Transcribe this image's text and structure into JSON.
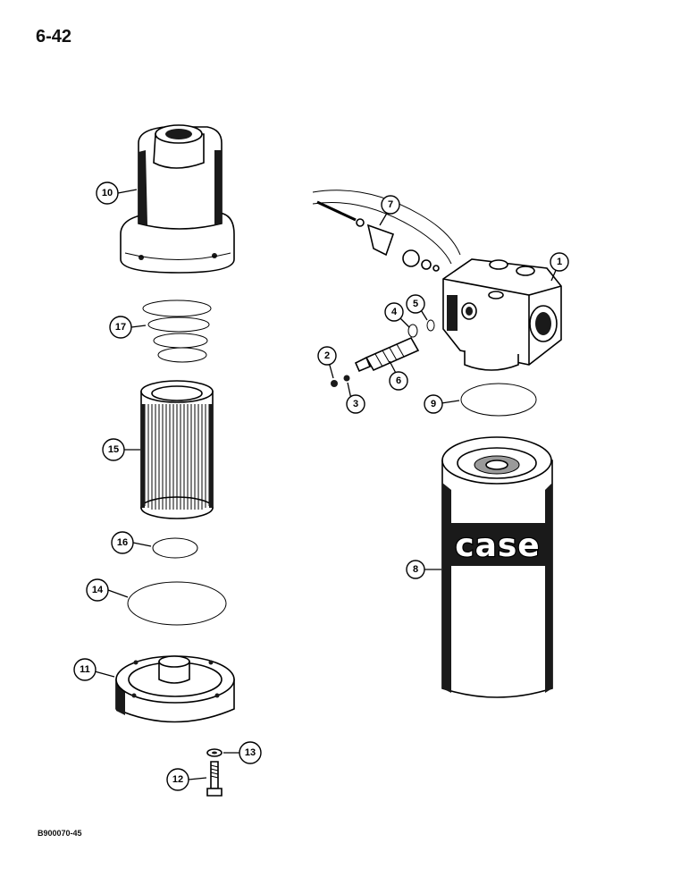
{
  "page": {
    "number": "6-42",
    "figure_id": "B900070-45"
  },
  "filter_logo": "case",
  "callouts": [
    {
      "id": "c1",
      "label": "1"
    },
    {
      "id": "c2",
      "label": "2"
    },
    {
      "id": "c3",
      "label": "3"
    },
    {
      "id": "c4",
      "label": "4"
    },
    {
      "id": "c5",
      "label": "5"
    },
    {
      "id": "c6",
      "label": "6"
    },
    {
      "id": "c7",
      "label": "7"
    },
    {
      "id": "c8",
      "label": "8"
    },
    {
      "id": "c9",
      "label": "9"
    },
    {
      "id": "c10",
      "label": "10"
    },
    {
      "id": "c11",
      "label": "11"
    },
    {
      "id": "c12",
      "label": "12"
    },
    {
      "id": "c13",
      "label": "13"
    },
    {
      "id": "c14",
      "label": "14"
    },
    {
      "id": "c15",
      "label": "15"
    },
    {
      "id": "c16",
      "label": "16"
    },
    {
      "id": "c17",
      "label": "17"
    }
  ]
}
